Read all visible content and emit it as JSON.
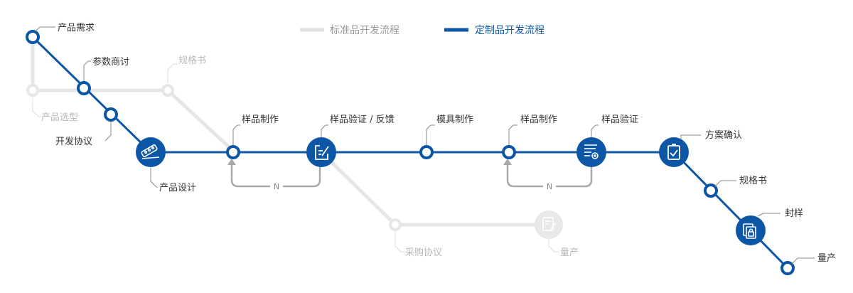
{
  "legend": {
    "standard": "标准品开发流程",
    "custom": "定制品开发流程"
  },
  "colors": {
    "custom": "#0d56a6",
    "standard": "#e6e6e6",
    "standard_text": "#b8b8b8",
    "loop": "#a9a9a9",
    "text": "#333333"
  },
  "custom_steps": [
    "产品需求",
    "参数商讨",
    "开发协议",
    "产品设计",
    "样品制作",
    "样品验证 / 反馈",
    "模具制作",
    "样品制作",
    "样品验证",
    "方案确认",
    "规格书",
    "封样",
    "量产"
  ],
  "standard_steps": [
    "规格书",
    "产品选型",
    "采购协议",
    "量产"
  ],
  "loop_label": "N",
  "icons": {
    "product_design": "pencil-ruler-icon",
    "sample_feedback": "edit-document-icon",
    "sample_verify": "document-gear-icon",
    "plan_confirm": "clipboard-check-icon",
    "seal_sample": "locked-documents-icon",
    "mass_production": "document-edit-icon"
  }
}
